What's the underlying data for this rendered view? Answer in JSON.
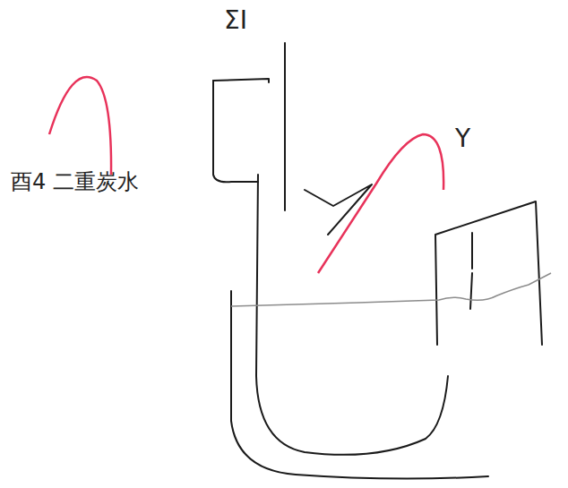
{
  "diagram": {
    "labels": [
      "ΣI",
      "Y",
      "酉4 二重炭水"
    ]
  }
}
